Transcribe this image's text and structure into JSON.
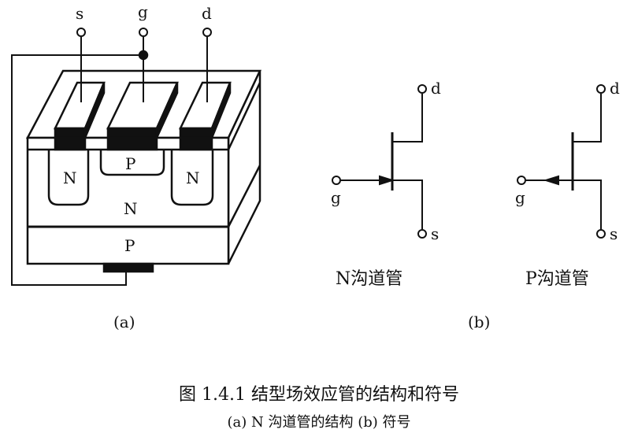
{
  "figure": {
    "terminals_a": {
      "source": "s",
      "gate": "g",
      "drain": "d"
    },
    "regions": {
      "n_left": "N",
      "p_top": "P",
      "n_right": "N",
      "n_body": "N",
      "p_substrate": "P"
    },
    "label_a": "(a)",
    "n_channel": {
      "drain": "d",
      "gate": "g",
      "source": "s",
      "title": "N沟道管"
    },
    "p_channel": {
      "drain": "d",
      "gate": "g",
      "source": "s",
      "title": "P沟道管"
    },
    "label_b": "(b)"
  },
  "caption": {
    "line1": "图 1.4.1   结型场效应管的结构和符号",
    "line2": "(a) N 沟道管的结构   (b) 符号"
  }
}
